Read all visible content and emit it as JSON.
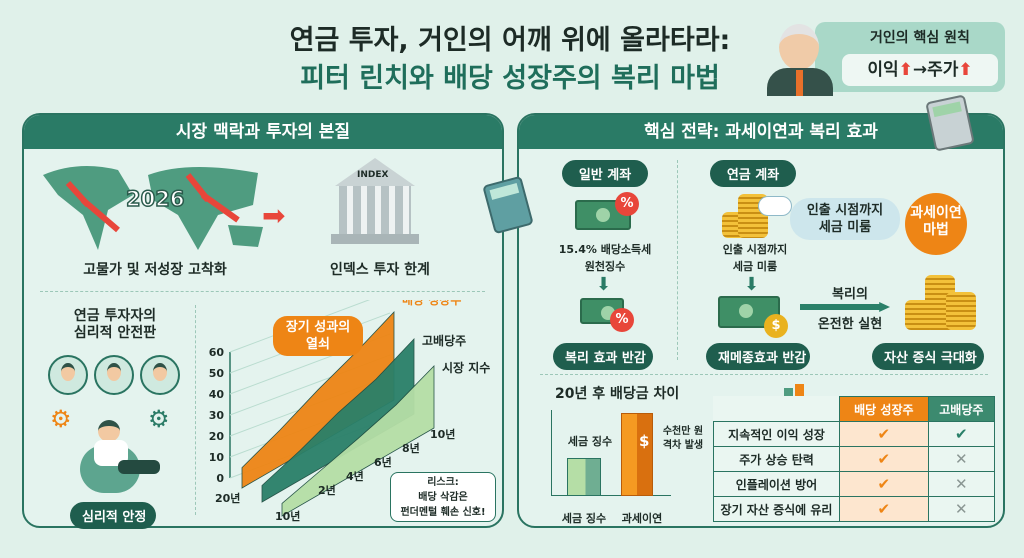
{
  "title": {
    "line1": "연금 투자, 거인의 어깨 위에 올라타라:",
    "line2": "피터 린치와 배당 성장주의 복리 마법"
  },
  "principle": {
    "heading": "거인의 핵심 원칙",
    "formula_left": "이익",
    "arrow": "→",
    "formula_right": "주가",
    "up_icon": "up-arrow-icon"
  },
  "left_panel": {
    "header": "시장 맥락과 투자의 본질",
    "map_year": "2026",
    "map_caption": "고물가 및 저성장 고착화",
    "index_label": "INDEX",
    "index_caption": "인덱스 투자 한계",
    "psych_title": "연금 투자자의\n심리적 안전판",
    "psych_badge": "심리적 안정",
    "callout": "장기 성과의\n열쇠",
    "risk_note": "리스크:\n배당 삭감은\n펀더멘털 훼손 신호!"
  },
  "chart_data": {
    "type": "area",
    "title": "",
    "yticks": [
      0,
      10,
      20,
      30,
      40,
      50,
      60
    ],
    "ylim": [
      0,
      60
    ],
    "x_labels": [
      "2년",
      "4년",
      "6년",
      "8년",
      "10년"
    ],
    "depth_labels": [
      "20년",
      "10년"
    ],
    "series": [
      {
        "name": "배당 성장주",
        "values": [
          8,
          20,
          34,
          46,
          60
        ],
        "color": "#ee8515"
      },
      {
        "name": "고배당주",
        "values": [
          5,
          15,
          27,
          36,
          50
        ],
        "color": "#2a8069"
      },
      {
        "name": "시장 지수",
        "values": [
          2,
          10,
          18,
          27,
          40
        ],
        "color": "#b5dea6"
      }
    ]
  },
  "right_panel": {
    "header": "핵심 전략: 과세이연과 복리 효과",
    "general": {
      "label": "일반 계좌",
      "tax_text": "15.4% 배당소득세\n원천징수",
      "result": "복리 효과 반감",
      "pct": "%"
    },
    "pension": {
      "label": "연금 계좌",
      "cloud_text": "인출 시점까지\n세금 미룸",
      "defer_text": "인출 시점까지\n세금 미룸",
      "result": "재메종효과 반감",
      "dollar": "$"
    },
    "compound_arrow": {
      "top": "복리의",
      "bottom": "온전한 실현"
    },
    "magic_bubble": "과세이연\n마법",
    "wealth": "자산 증식 극대화",
    "diff": {
      "title": "20년 후 배당금 차이",
      "bar_top_label": "세금 징수",
      "bar1": "세금 징수",
      "bar2": "과세이연",
      "gap_note": "수천만 원\n격차 발생",
      "dollar": "$"
    },
    "table": {
      "headers": [
        "배당 성장주",
        "고배당주"
      ],
      "rows": [
        {
          "label": "지속적인 이익 성장",
          "a": "check",
          "b": "check"
        },
        {
          "label": "주가 상승 탄력",
          "a": "check",
          "b": "cross"
        },
        {
          "label": "인플레이션 방어",
          "a": "check",
          "b": "cross"
        },
        {
          "label": "장기 자산 증식에 유리",
          "a": "check",
          "b": "cross"
        }
      ]
    }
  },
  "colors": {
    "teal": "#2a7b66",
    "orange": "#ee8515",
    "red": "#e8463a",
    "bg": "#e0f1ea"
  }
}
